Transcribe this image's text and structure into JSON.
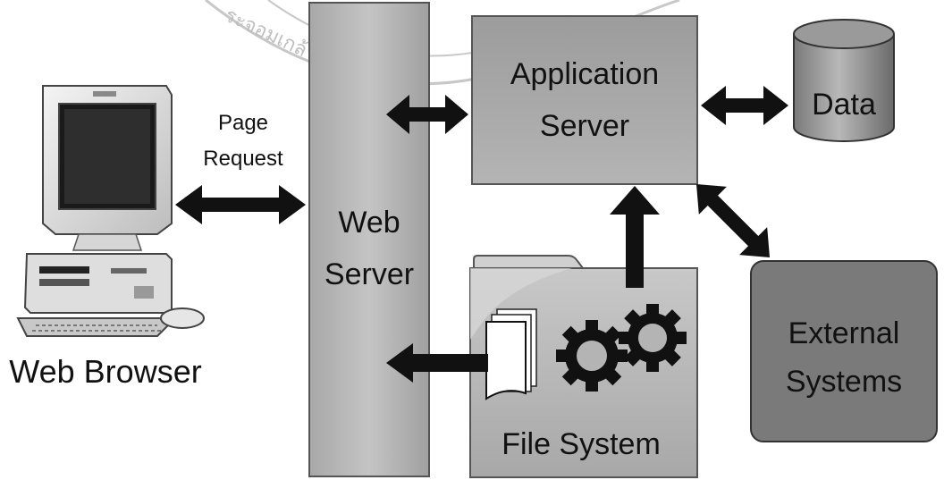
{
  "watermark": {
    "lettering": "ระจอมเกล้าธนบุรี"
  },
  "labels": {
    "page_request_line1": "Page",
    "page_request_line2": "Request",
    "web_server_line1": "Web",
    "web_server_line2": "Server",
    "app_server_line1": "Application",
    "app_server_line2": "Server",
    "data": "Data",
    "external_line1": "External",
    "external_line2": "Systems",
    "file_system": "File System",
    "web_browser": "Web Browser"
  },
  "colors": {
    "box_fill": "#b0b0b0",
    "box_fill_dark": "#8c8c8c",
    "external_fill": "#7a7a7a",
    "arrow": "#111111",
    "folder_fill": "#bcbcbc",
    "watermark": "#9a9a9a"
  },
  "icons": {
    "computer": "desktop-computer-icon",
    "documents": "document-stack-icon",
    "gears": "gears-icon"
  }
}
